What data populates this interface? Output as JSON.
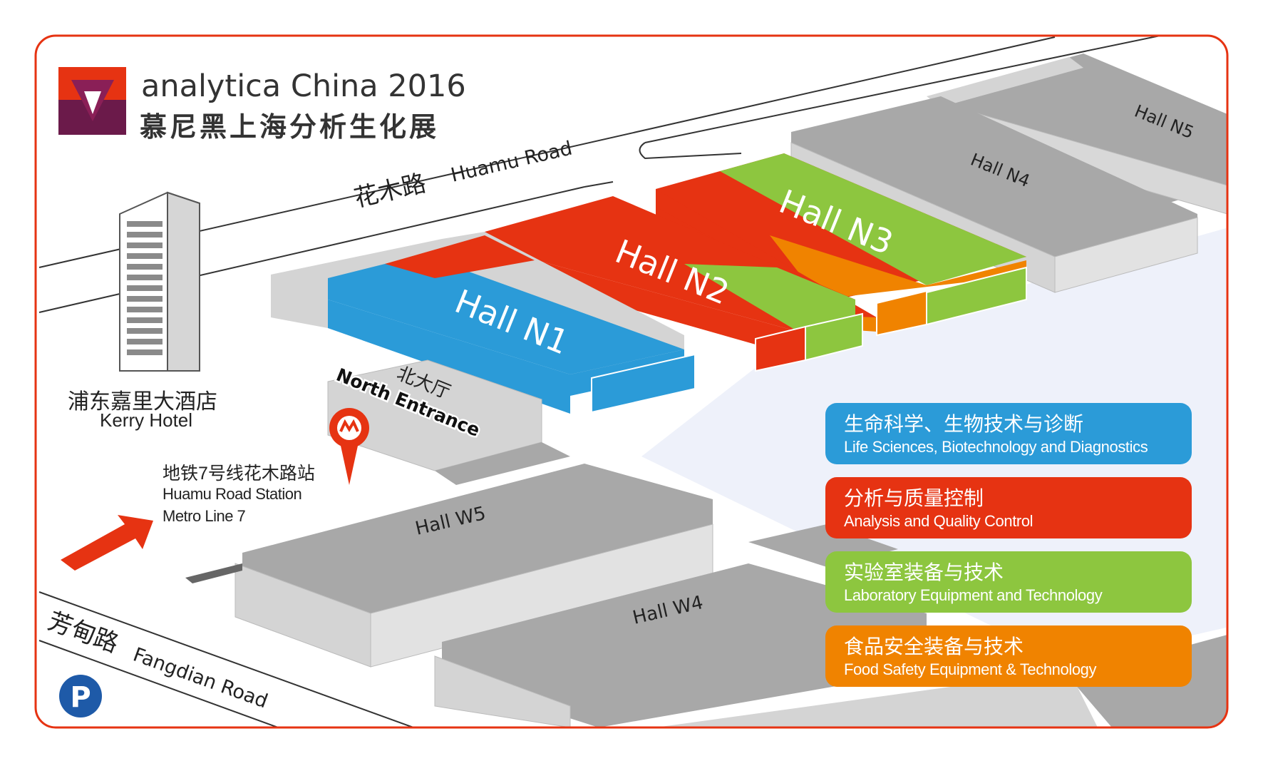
{
  "logo": {
    "title": "analytica China 2016",
    "subtitle": "慕尼黑上海分析生化展"
  },
  "roads": {
    "north_zh": "花木路",
    "north_en": "Huamu Road",
    "south_zh": "芳甸路",
    "south_en": "Fangdian Road"
  },
  "hotel": {
    "name_zh": "浦东嘉里大酒店",
    "name_en": "Kerry Hotel"
  },
  "entrance": {
    "label_zh": "北大厅",
    "label_en": "North Entrance"
  },
  "metro": {
    "line1": "地铁7号线花木路站",
    "line2": "Huamu Road Station",
    "line3": "Metro Line 7"
  },
  "halls": {
    "n1": "Hall N1",
    "n2": "Hall N2",
    "n3": "Hall N3",
    "n4": "Hall N4",
    "n5": "Hall N5",
    "w4": "Hall W4",
    "w5": "Hall W5"
  },
  "parking": "P",
  "legend": [
    {
      "zh": "生命科学、生物技术与诊断",
      "en": "Life Sciences, Biotechnology and Diagnostics",
      "color": "#2B9BD8"
    },
    {
      "zh": "分析与质量控制",
      "en": "Analysis and Quality Control",
      "color": "#E63312"
    },
    {
      "zh": "实验室装备与技术",
      "en": "Laboratory Equipment and Technology",
      "color": "#8DC63F"
    },
    {
      "zh": "食品安全装备与技术",
      "en": "Food Safety Equipment & Technology",
      "color": "#F08300"
    }
  ],
  "colors": {
    "border": "#E63312",
    "blue": "#2B9BD8",
    "red": "#E63312",
    "green": "#8DC63F",
    "orange": "#F08300",
    "grey_top": "#A8A8A8",
    "grey_side": "#D4D4D4"
  }
}
